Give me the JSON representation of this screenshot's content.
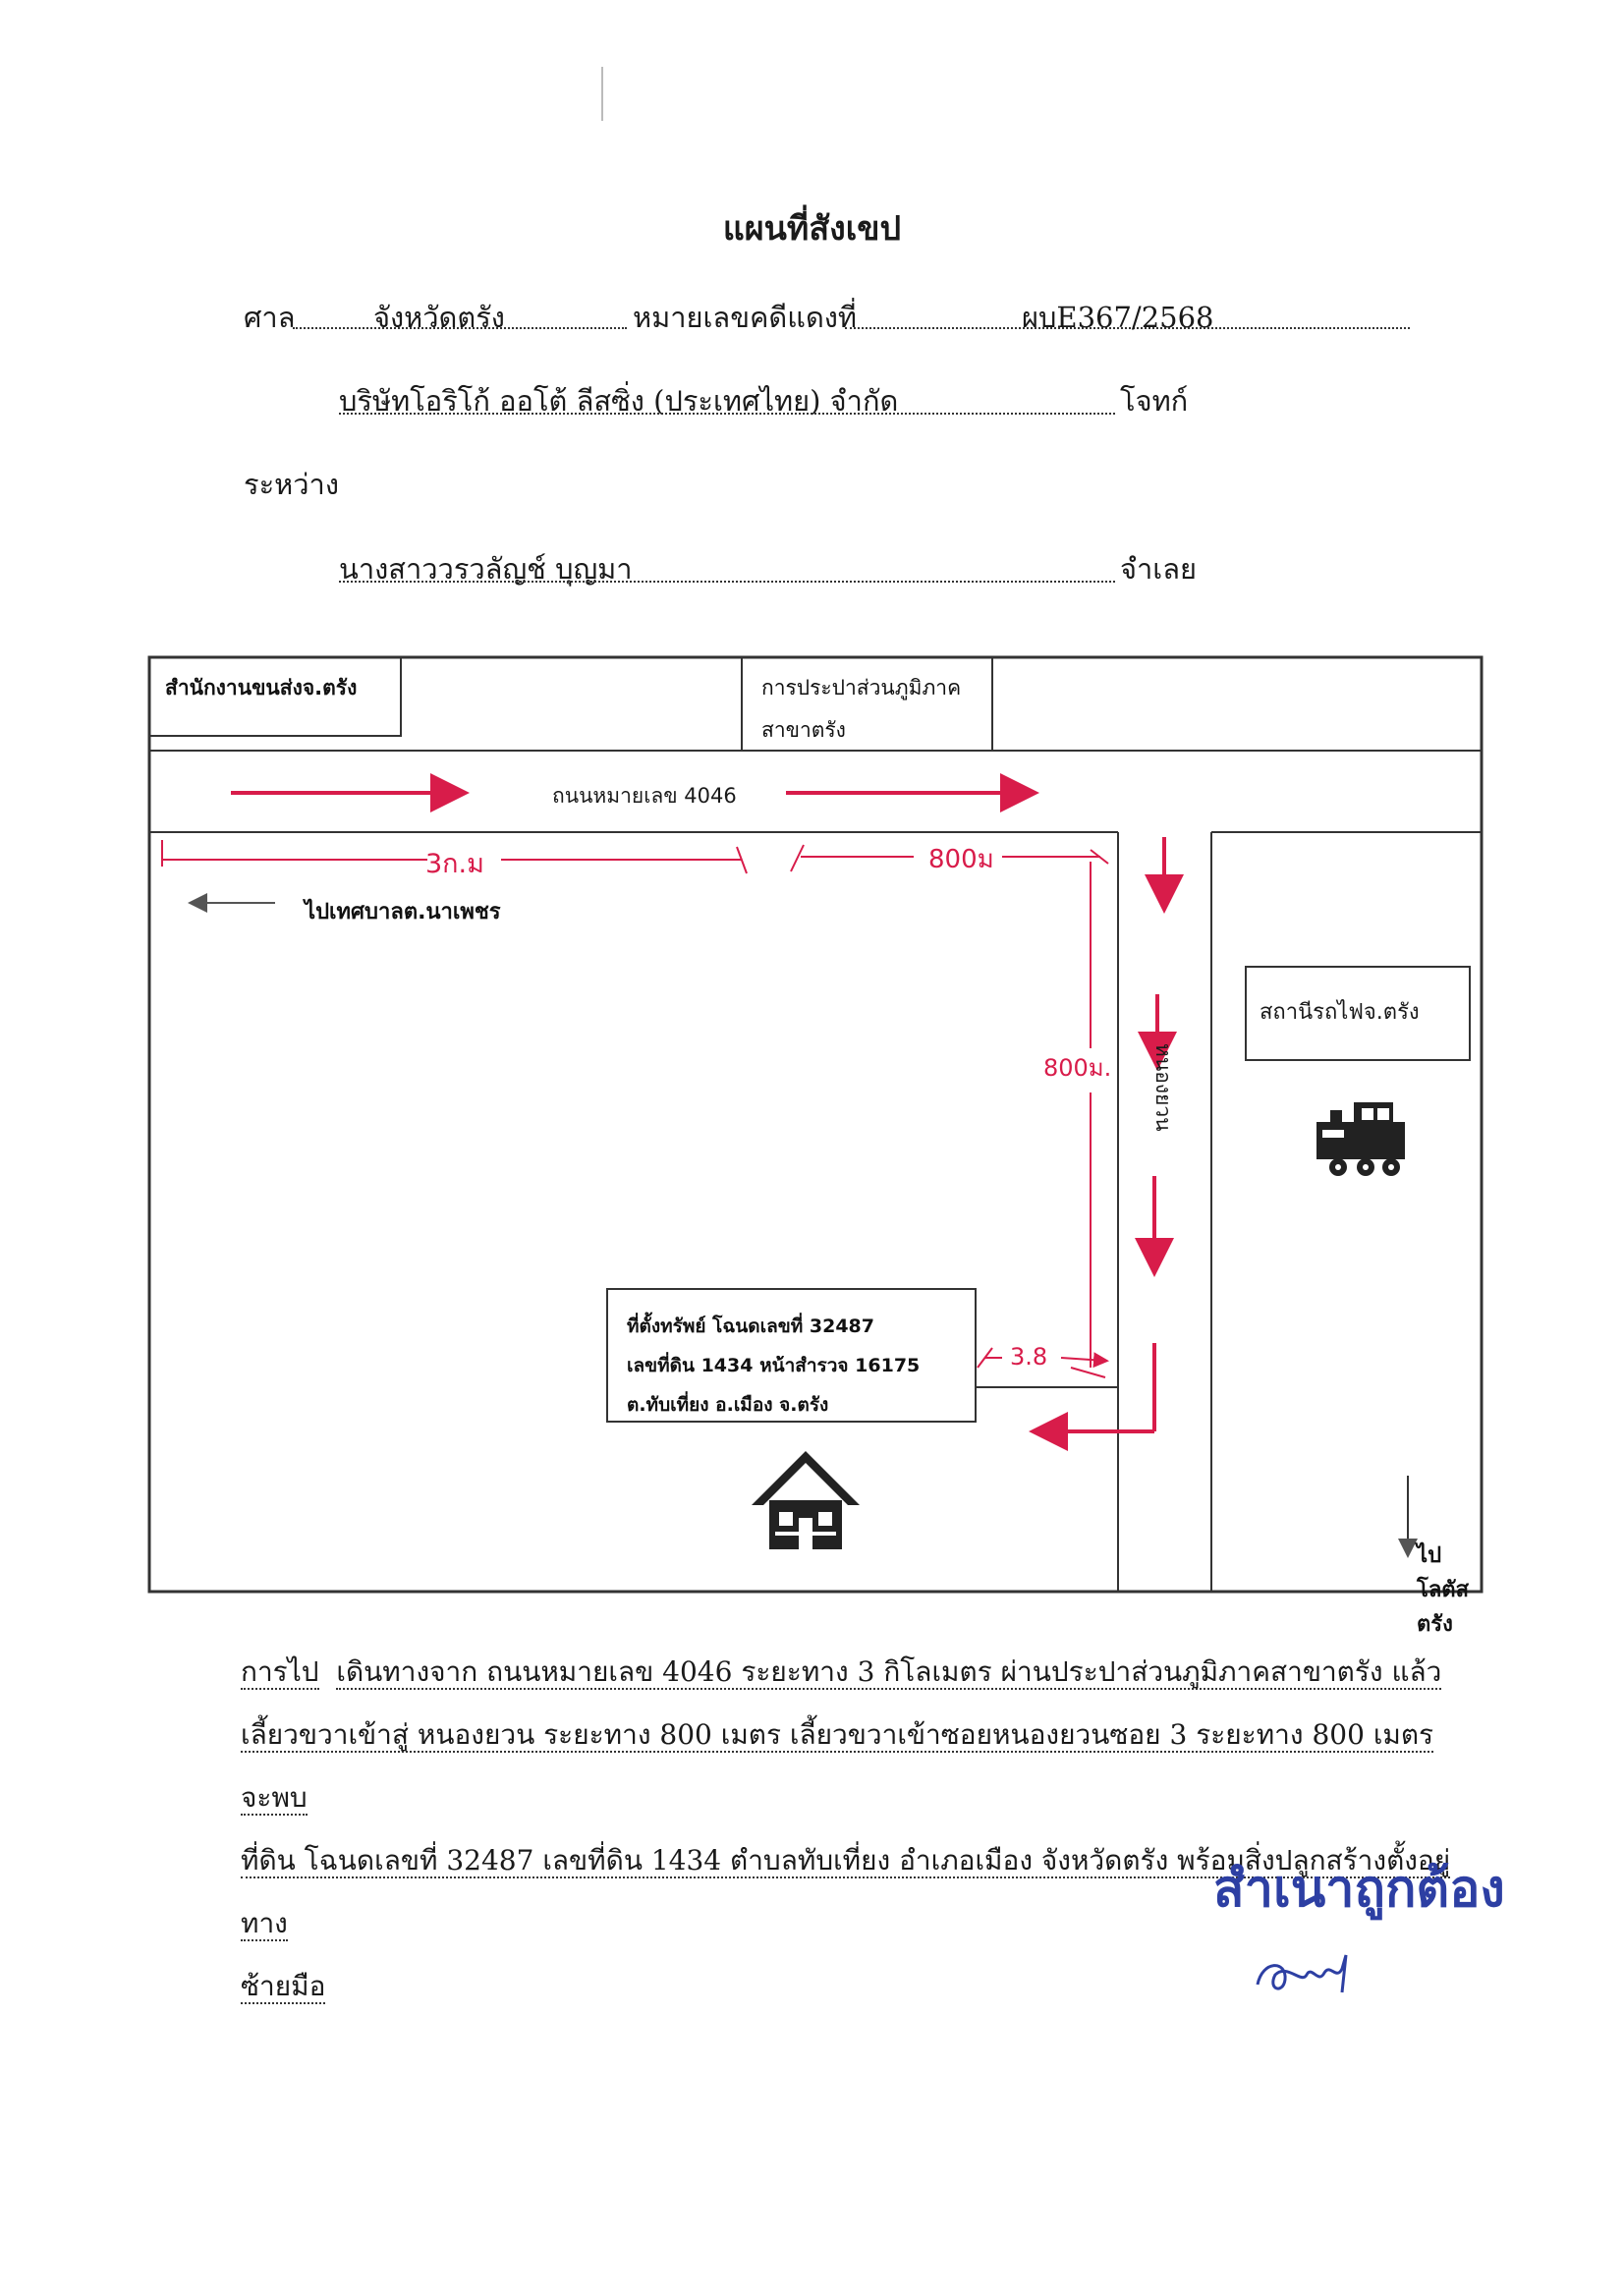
{
  "document": {
    "title": "แผนที่สังเขป",
    "court_label": "ศาล",
    "court_value": "จังหวัดตรัง",
    "case_label": "หมายเลขคดีแดงที่",
    "case_value": "ผบE367/2568",
    "plaintiff_name": "บริษัทโอริโก้ ออโต้ ลีสซิ่ง (ประเทศไทย) จำกัด",
    "plaintiff_label": "โจทก์",
    "between_label": "ระหว่าง",
    "defendant_name": "นางสาววรวลัญช์ บุญมา",
    "defendant_label": "จำเลย"
  },
  "map": {
    "office_transport": "สำนักงานขนส่งจ.ตรัง",
    "water_authority_line1": "การประปาส่วนภูมิภาค",
    "water_authority_line2": "สาขาตรัง",
    "road_name": "ถนนหมายเลข 4046",
    "to_municipality": "ไปเทศบาลต.นาเพชร",
    "distance_3km": "3ก.ม",
    "distance_800m_top": "800ม",
    "distance_800m_side": "800ม.",
    "distance_38": "3.8",
    "nong_yuan_road": "หนองยวน",
    "station": "สถานีรถไฟจ.ตรัง",
    "property_line1": "ที่ตั้งทรัพย์ โฉนดเลขที่ 32487",
    "property_line2": "เลขที่ดิน 1434 หน้าสำรวจ 16175",
    "property_line3": "ต.ทับเที่ยง อ.เมือง จ.ตรัง",
    "to_lotus": "ไปโลตัสตรัง",
    "icons": [
      "train-icon",
      "house-icon"
    ],
    "arrow_color": "#d81c4a"
  },
  "directions": {
    "p1": "การไป",
    "p2": "เดินทางจาก ถนนหมายเลข 4046 ระยะทาง 3 กิโลเมตร ผ่านประปาส่วนภูมิภาคสาขาตรัง แล้ว",
    "p3": "เลี้ยวขวาเข้าสู่ หนองยวน ระยะทาง 800 เมตร เลี้ยวขวาเข้าซอยหนองยวนซอย 3 ระยะทาง 800 เมตร จะพบ",
    "p4": "ที่ดิน โฉนดเลขที่ 32487 เลขที่ดิน 1434 ตำบลทับเที่ยง อำเภอเมือง จังหวัดตรัง พร้อมสิ่งปลูกสร้างตั้งอยู่ทาง",
    "p5": "ซ้ายมือ"
  },
  "stamp": {
    "text": "สำเนาถูกต้อง"
  }
}
